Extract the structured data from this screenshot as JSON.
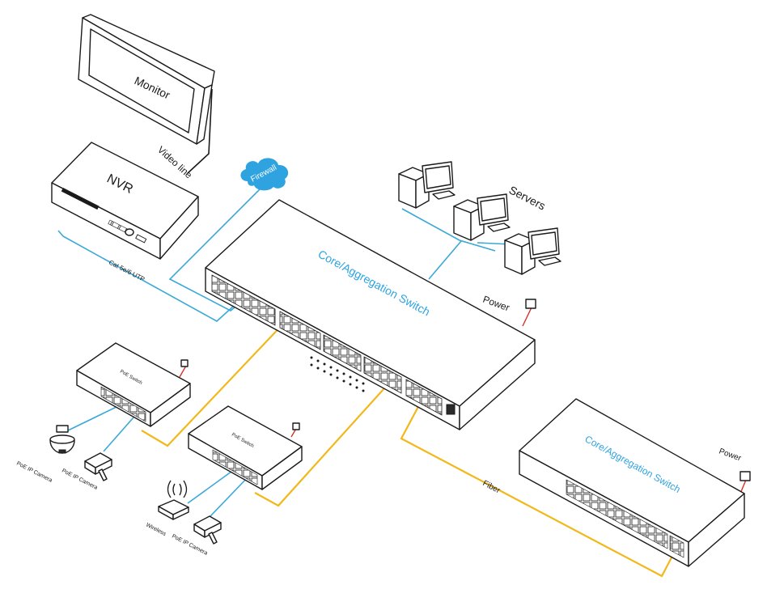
{
  "colors": {
    "ethernet_cable": "#3aa8d8",
    "fiber_cable": "#f2b81a",
    "power_cable": "#d8302a",
    "firewall_cloud": "#2ea3e0",
    "core_switch_text": "#2ea3e0"
  },
  "labels": {
    "monitor": "Monitor",
    "video_line": "Video line",
    "nvr": "NVR",
    "cat_cable": "Cat 5e/6 UTP",
    "firewall": "Firewall",
    "servers": "Servers",
    "core_switch": "Core/Aggregation Switch",
    "power_main": "Power",
    "poe_switch_1": "PoE Switch",
    "poe_switch_2": "PoE Switch",
    "poe_camera_dome": "PoE IP Camera",
    "poe_camera_bullet_1": "PoE IP Camera",
    "wireless": "Wireless",
    "poe_camera_bullet_2": "PoE IP Camera",
    "fiber": "Fiber",
    "core_switch_2": "Core/Aggregation Switch",
    "power_secondary": "Power"
  }
}
